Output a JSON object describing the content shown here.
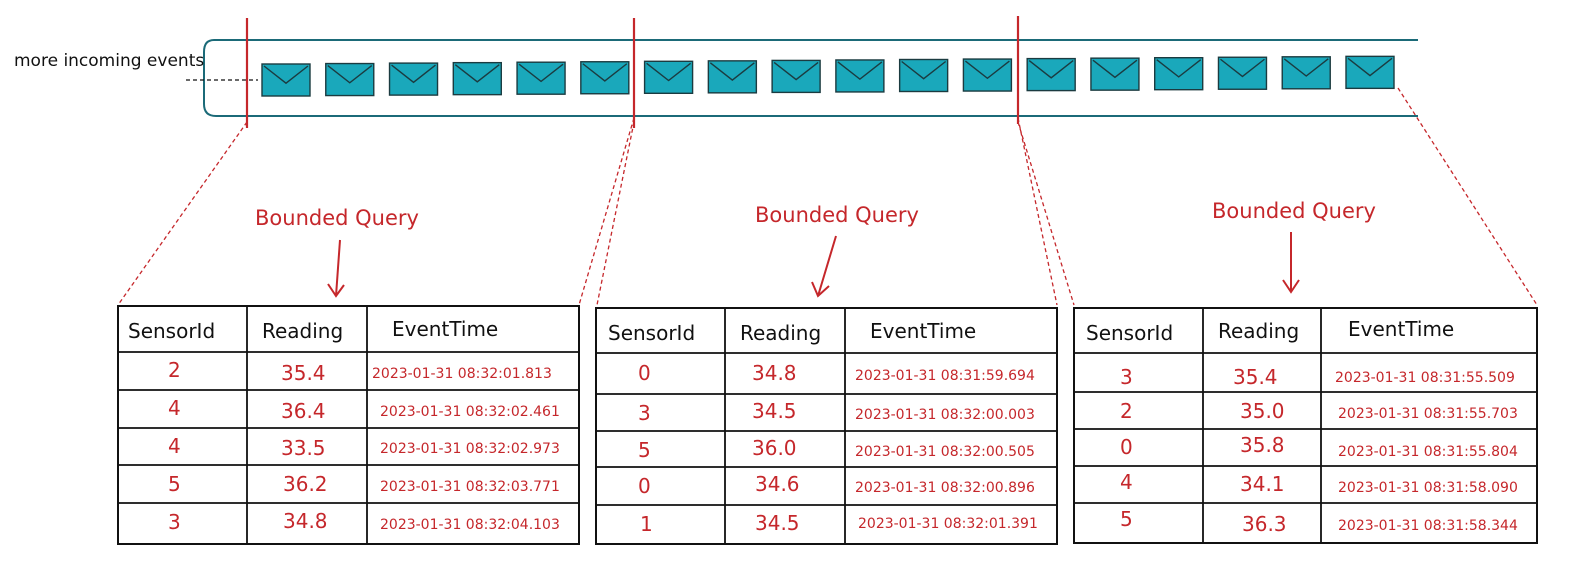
{
  "stream": {
    "label": "more incoming events",
    "envelope_count": 18,
    "colors": {
      "envelope": "#1aa8bb",
      "pipe": "#1b6a78",
      "marker": "#c5272b"
    }
  },
  "queries": [
    {
      "label": "Bounded Query",
      "headers": [
        "SensorId",
        "Reading",
        "EventTime"
      ],
      "rows": [
        [
          "2",
          "35.4",
          "2023-01-31 08:32:01.813"
        ],
        [
          "4",
          "36.4",
          "2023-01-31 08:32:02.461"
        ],
        [
          "4",
          "33.5",
          "2023-01-31 08:32:02.973"
        ],
        [
          "5",
          "36.2",
          "2023-01-31 08:32:03.771"
        ],
        [
          "3",
          "34.8",
          "2023-01-31 08:32:04.103"
        ]
      ]
    },
    {
      "label": "Bounded Query",
      "headers": [
        "SensorId",
        "Reading",
        "EventTime"
      ],
      "rows": [
        [
          "0",
          "34.8",
          "2023-01-31 08:31:59.694"
        ],
        [
          "3",
          "34.5",
          "2023-01-31 08:32:00.003"
        ],
        [
          "5",
          "36.0",
          "2023-01-31 08:32:00.505"
        ],
        [
          "0",
          "34.6",
          "2023-01-31 08:32:00.896"
        ],
        [
          "1",
          "34.5",
          "2023-01-31 08:32:01.391"
        ]
      ]
    },
    {
      "label": "Bounded Query",
      "headers": [
        "SensorId",
        "Reading",
        "EventTime"
      ],
      "rows": [
        [
          "3",
          "35.4",
          "2023-01-31 08:31:55.509"
        ],
        [
          "2",
          "35.0",
          "2023-01-31 08:31:55.703"
        ],
        [
          "0",
          "35.8",
          "2023-01-31 08:31:55.804"
        ],
        [
          "4",
          "34.1",
          "2023-01-31 08:31:58.090"
        ],
        [
          "5",
          "36.3",
          "2023-01-31 08:31:58.344"
        ]
      ]
    }
  ]
}
